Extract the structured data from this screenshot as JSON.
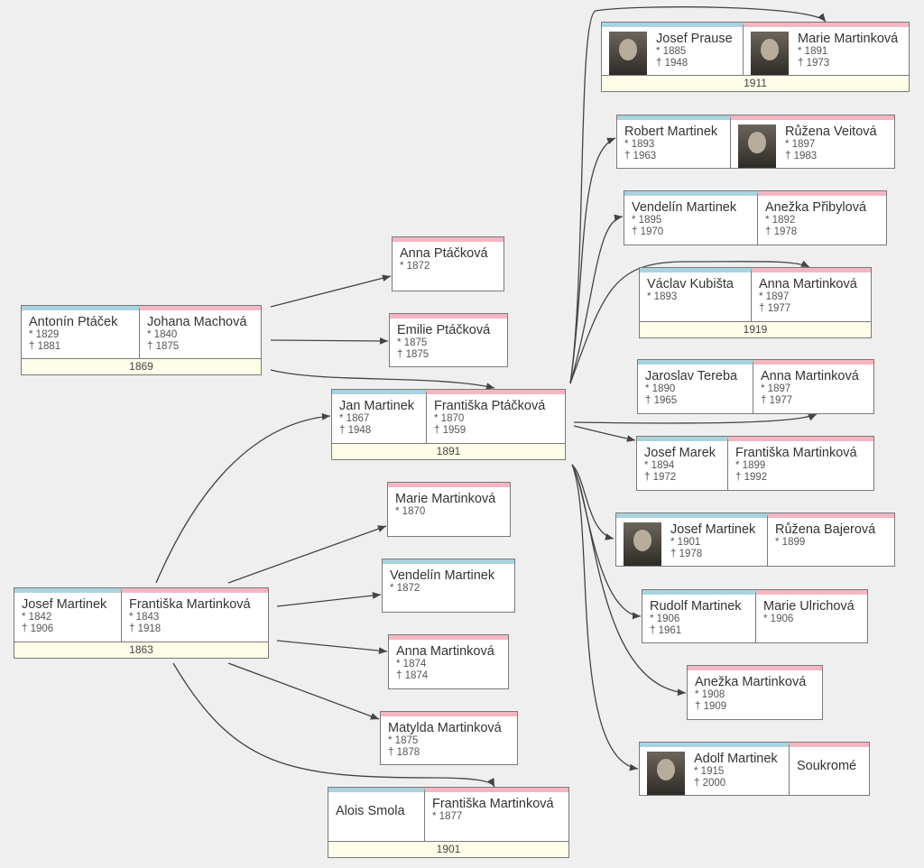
{
  "families": [
    {
      "partners": [
        {
          "name": "Josef Prause",
          "born": "* 1885",
          "died": "† 1948",
          "sex": "m",
          "photo": true
        },
        {
          "name": "Marie Martinková",
          "born": "* 1891",
          "died": "† 1973",
          "sex": "f",
          "photo": true
        }
      ],
      "year": "1911"
    },
    {
      "partners": [
        {
          "name": "Robert Martinek",
          "born": "* 1893",
          "died": "† 1963",
          "sex": "m"
        },
        {
          "name": "Růžena Veitová",
          "born": "* 1897",
          "died": "† 1983",
          "sex": "f",
          "photo": true
        }
      ]
    },
    {
      "partners": [
        {
          "name": "Vendelín Martinek",
          "born": "* 1895",
          "died": "† 1970",
          "sex": "m"
        },
        {
          "name": "Anežka Přibylová",
          "born": "* 1892",
          "died": "† 1978",
          "sex": "f"
        }
      ]
    },
    {
      "partners": [
        {
          "name": "Václav Kubišta",
          "born": "* 1893",
          "sex": "m"
        },
        {
          "name": "Anna Martinková",
          "born": "* 1897",
          "died": "† 1977",
          "sex": "f"
        }
      ],
      "year": "1919"
    },
    {
      "partners": [
        {
          "name": "Jaroslav Tereba",
          "born": "* 1890",
          "died": "† 1965",
          "sex": "m"
        },
        {
          "name": "Anna Martinková",
          "born": "* 1897",
          "died": "† 1977",
          "sex": "f"
        }
      ]
    },
    {
      "partners": [
        {
          "name": "Josef Marek",
          "born": "* 1894",
          "died": "† 1972",
          "sex": "m"
        },
        {
          "name": "Františka Martinková",
          "born": "* 1899",
          "died": "† 1992",
          "sex": "f"
        }
      ]
    },
    {
      "partners": [
        {
          "name": "Josef Martinek",
          "born": "* 1901",
          "died": "† 1978",
          "sex": "m",
          "photo": true
        },
        {
          "name": "Růžena Bajerová",
          "born": "* 1899",
          "sex": "f"
        }
      ]
    },
    {
      "partners": [
        {
          "name": "Rudolf Martinek",
          "born": "* 1906",
          "died": "† 1961",
          "sex": "m"
        },
        {
          "name": "Marie Ulrichová",
          "born": "* 1906",
          "sex": "f"
        }
      ]
    },
    {
      "partners": [
        {
          "name": "Anežka Martinková",
          "born": "* 1908",
          "died": "† 1909",
          "sex": "f"
        }
      ]
    },
    {
      "partners": [
        {
          "name": "Adolf Martinek",
          "born": "* 1915",
          "died": "† 2000",
          "sex": "m",
          "photo": true
        },
        {
          "name": "Soukromé",
          "sex": "f"
        }
      ]
    },
    {
      "partners": [
        {
          "name": "Anna Ptáčková",
          "born": "* 1872",
          "sex": "f"
        }
      ]
    },
    {
      "partners": [
        {
          "name": "Emilie Ptáčková",
          "born": "* 1875",
          "died": "† 1875",
          "sex": "f"
        }
      ]
    },
    {
      "partners": [
        {
          "name": "Antonín Ptáček",
          "born": "* 1829",
          "died": "† 1881",
          "sex": "m"
        },
        {
          "name": "Johana Machová",
          "born": "* 1840",
          "died": "† 1875",
          "sex": "f"
        }
      ],
      "year": "1869"
    },
    {
      "partners": [
        {
          "name": "Jan Martinek",
          "born": "* 1867",
          "died": "† 1948",
          "sex": "m"
        },
        {
          "name": "Františka Ptáčková",
          "born": "* 1870",
          "died": "† 1959",
          "sex": "f"
        }
      ],
      "year": "1891"
    },
    {
      "partners": [
        {
          "name": "Marie Martinková",
          "born": "* 1870",
          "sex": "f"
        }
      ]
    },
    {
      "partners": [
        {
          "name": "Vendelín Martinek",
          "born": "* 1872",
          "sex": "m"
        }
      ]
    },
    {
      "partners": [
        {
          "name": "Anna Martinková",
          "born": "* 1874",
          "died": "† 1874",
          "sex": "f"
        }
      ]
    },
    {
      "partners": [
        {
          "name": "Matylda Martinková",
          "born": "* 1875",
          "died": "† 1878",
          "sex": "f"
        }
      ]
    },
    {
      "partners": [
        {
          "name": "Josef Martinek",
          "born": "* 1842",
          "died": "† 1906",
          "sex": "m"
        },
        {
          "name": "Františka Martinková",
          "born": "* 1843",
          "died": "† 1918",
          "sex": "f"
        }
      ],
      "year": "1863"
    },
    {
      "partners": [
        {
          "name": "Alois Smola",
          "sex": "m"
        },
        {
          "name": "Františka Martinková",
          "born": "* 1877",
          "sex": "f"
        }
      ],
      "year": "1901"
    }
  ]
}
